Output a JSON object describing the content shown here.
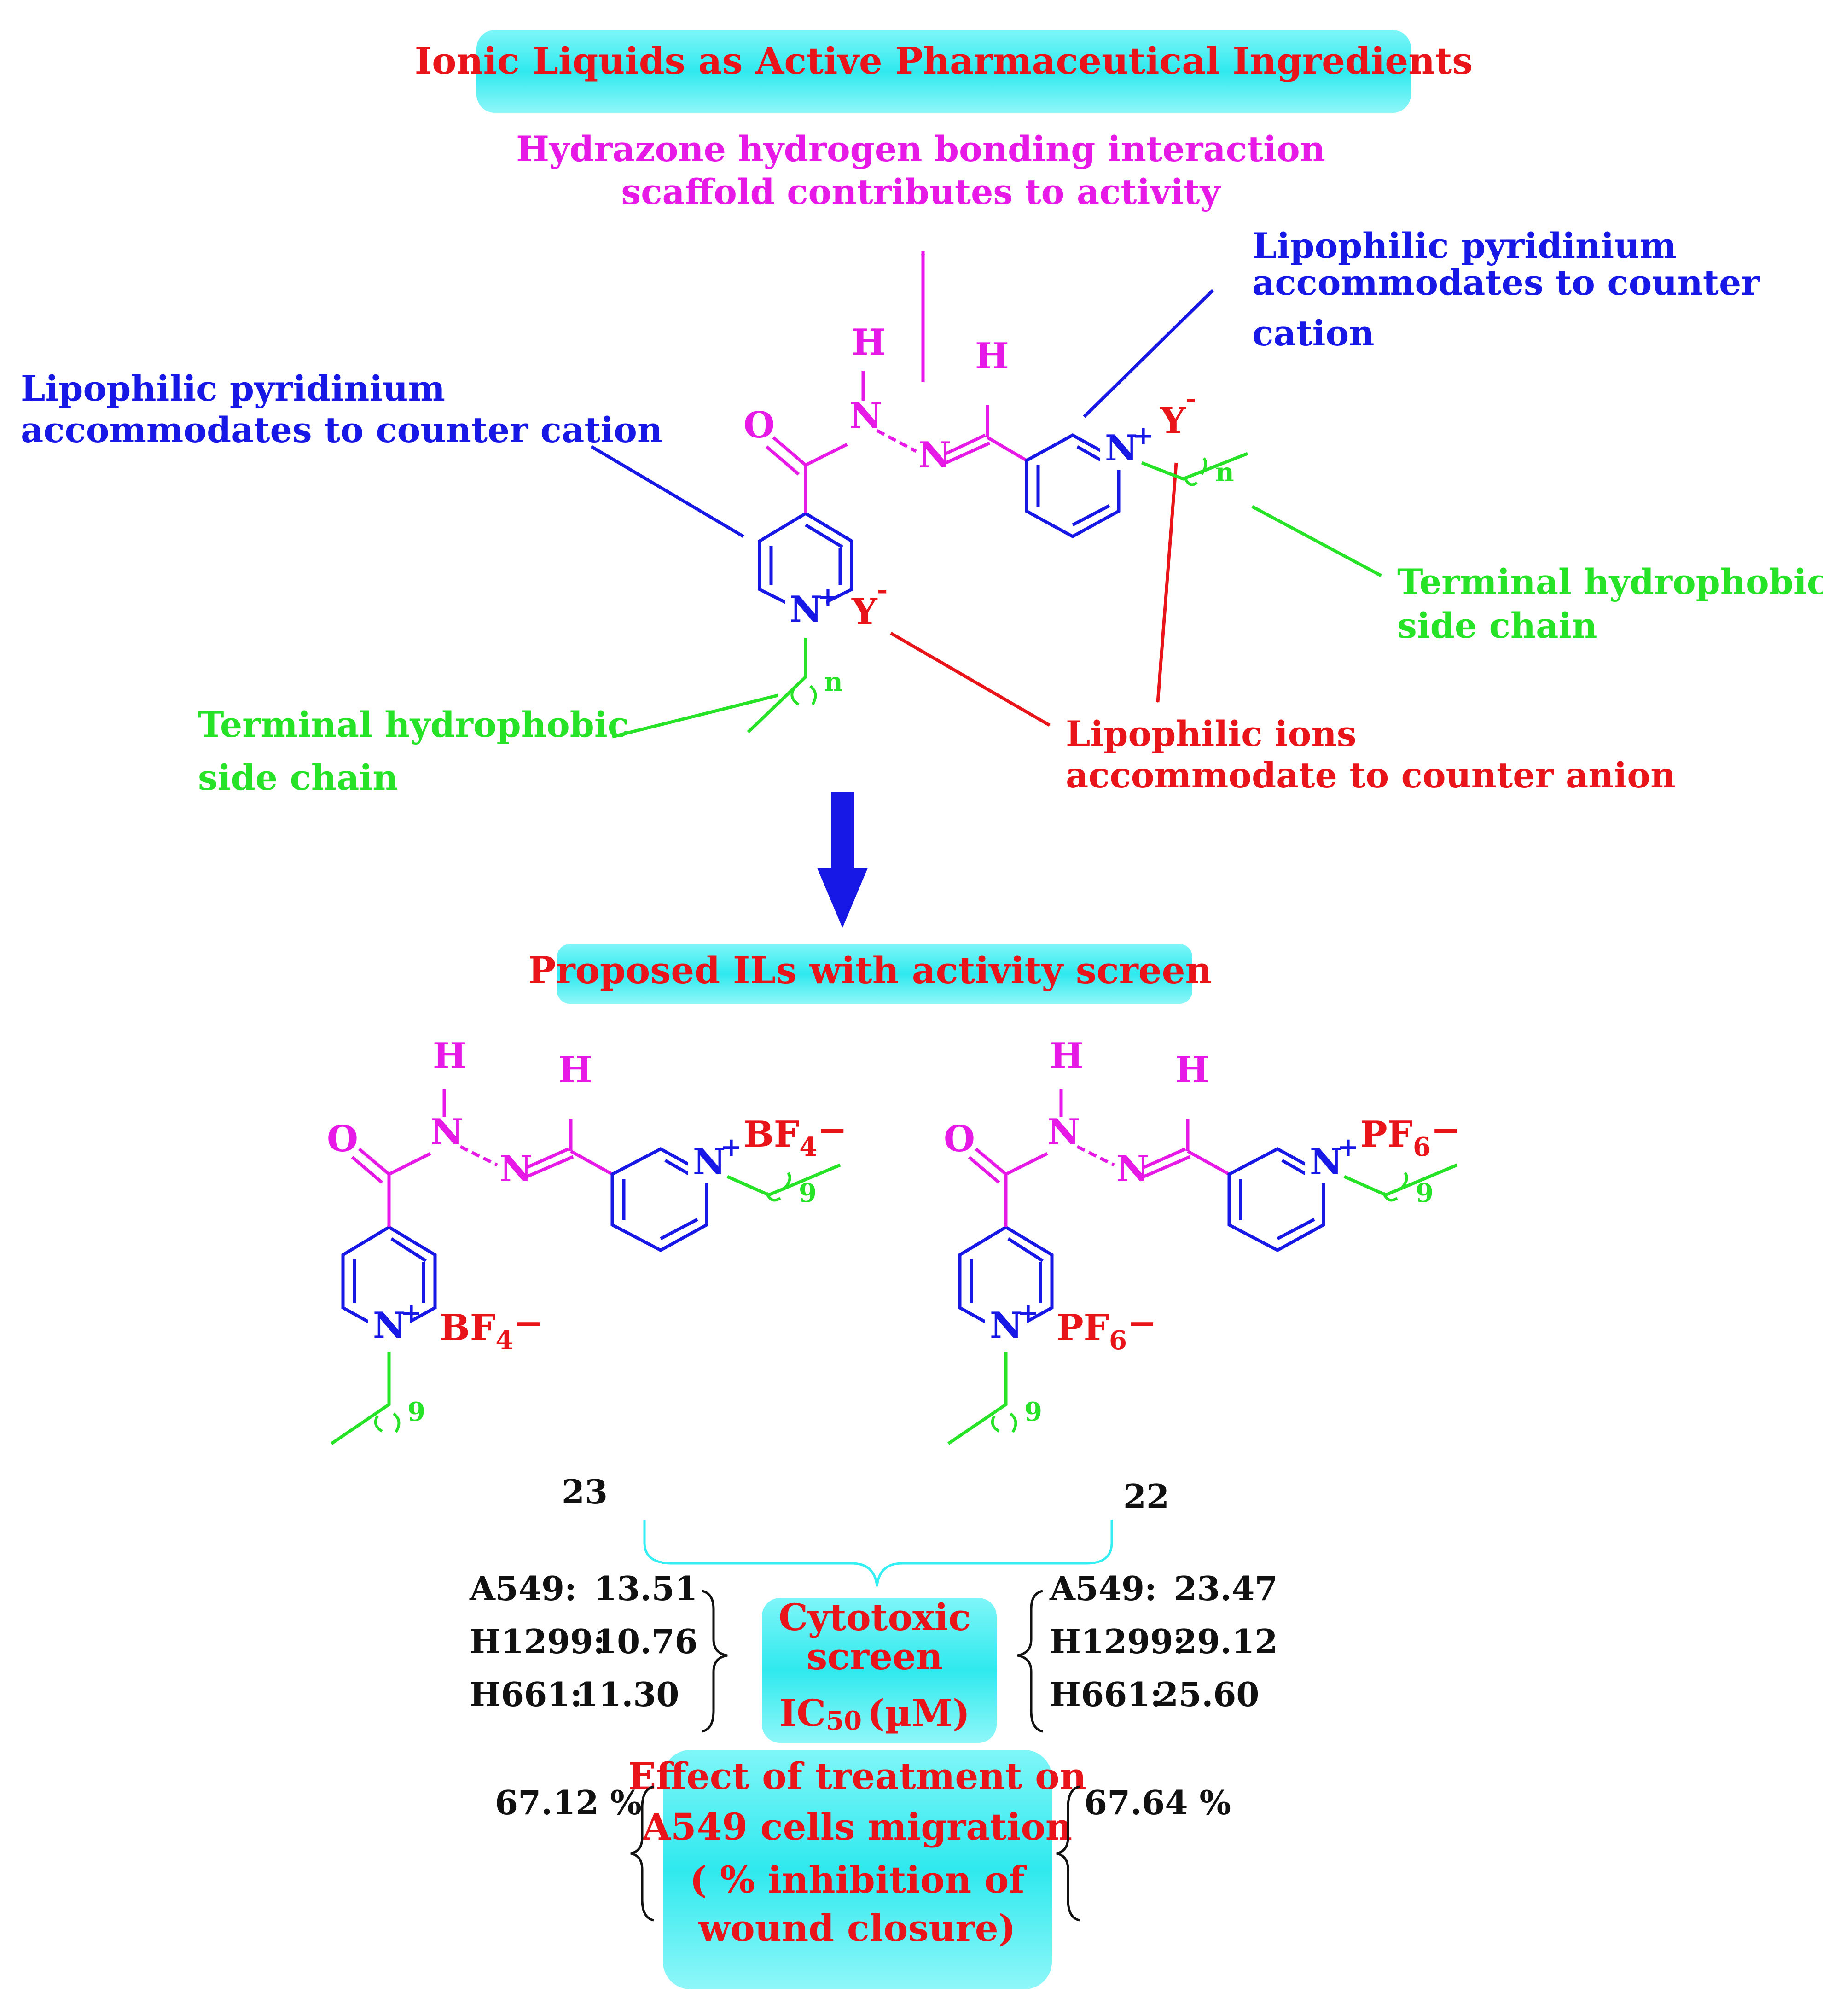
{
  "colors": {
    "red": "#e8141a",
    "blue": "#1717e6",
    "magenta": "#e619e6",
    "green": "#27e327",
    "black": "#111111",
    "cyan": "#33eef2"
  },
  "title": "Ionic Liquids as Active Pharmaceutical Ingredients",
  "annotations": {
    "hydrazone": [
      "Hydrazone hydrogen bonding interaction",
      "scaffold contributes to activity"
    ],
    "lipo_pyr_right": [
      "Lipophilic pyridinium",
      "accommodates to counter",
      "cation"
    ],
    "lipo_pyr_left": [
      "Lipophilic pyridinium",
      "accommodates to counter cation"
    ],
    "hydrophobic_right": [
      "Terminal hydrophobic",
      "side chain"
    ],
    "hydrophobic_left": [
      "Terminal hydrophobic",
      "side chain"
    ],
    "lipo_ions": [
      "Lipophilic ions",
      "accommodate to counter anion"
    ]
  },
  "atoms": {
    "O": "O",
    "N": "N",
    "H": "H",
    "plus": "+",
    "Y": "Y",
    "minus": "-",
    "n": "n",
    "nine": "9",
    "bf": "BF",
    "bf_sub": "4",
    "pf": "PF",
    "pf_sub": "6",
    "anion_minus": "−"
  },
  "proposed": "Proposed ILs with activity screen",
  "compounds": {
    "left_number": "23",
    "right_number": "22"
  },
  "cytotoxic": {
    "lines": [
      "Cytotoxic",
      "screen"
    ],
    "ic_prefix": "IC",
    "ic_sub": "50",
    "ic_unit": "(µM)"
  },
  "ic50_left": {
    "labels": [
      "A549:",
      "H1299:",
      "H661:"
    ],
    "values": [
      "13.51",
      "10.76",
      "11.30"
    ]
  },
  "ic50_right": {
    "labels": [
      "A549:",
      "H1299:",
      "H661:"
    ],
    "values": [
      "23.47",
      "29.12",
      "25.60"
    ]
  },
  "migration": {
    "lines": [
      "Effect of treatment on",
      "A549 cells migration",
      "( % inhibition of",
      "wound closure)"
    ],
    "left_value": "67.12 %",
    "right_value": "67.64 %"
  }
}
